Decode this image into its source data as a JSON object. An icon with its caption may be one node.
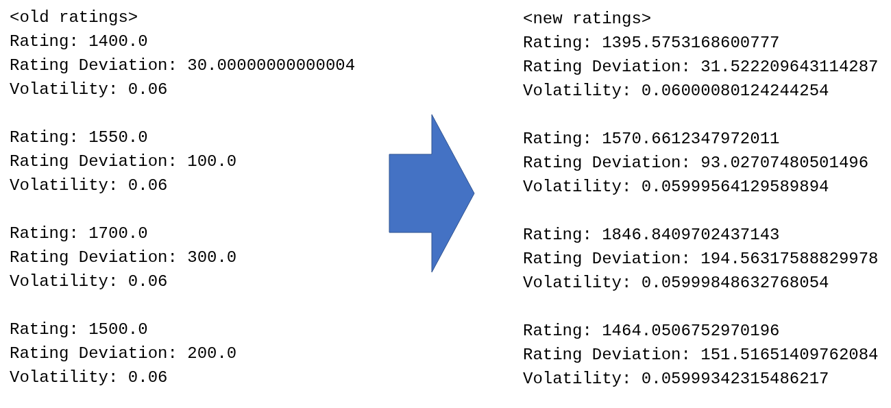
{
  "diagram": {
    "nodes": [
      {
        "text": [
          "<old ratings>",
          "Rating: 1400.0",
          "Rating Deviation: 30.00000000000004",
          "Volatility: 0.06",
          "Rating: 1550.0",
          "Rating Deviation: 100.0",
          "Volatility: 0.06",
          "Rating: 1700.0",
          "Rating Deviation: 300.0",
          "Volatility: 0.06",
          "Rating: 1500.0",
          "Rating Deviation: 200.0",
          "Volatility: 0.06"
        ]
      },
      {
        "text": [
          "<new ratings>",
          "Rating: 1395.5753168600777",
          "Rating Deviation: 31.522209643114287",
          "Volatility: 0.06000080124244254",
          "Rating: 1570.6612347972011",
          "Rating Deviation: 93.02707480501496",
          "Volatility: 0.05999564129589894",
          "Rating: 1846.8409702437143",
          "Rating Deviation: 194.56317588829978",
          "Volatility: 0.05999848632768054",
          "Rating: 1464.0506752970196",
          "Rating Deviation: 151.51651409762084",
          "Volatility: 0.05999342315486217"
        ]
      }
    ],
    "edges": [
      {
        "from": 0,
        "to": 1,
        "arrow": "to"
      }
    ]
  }
}
